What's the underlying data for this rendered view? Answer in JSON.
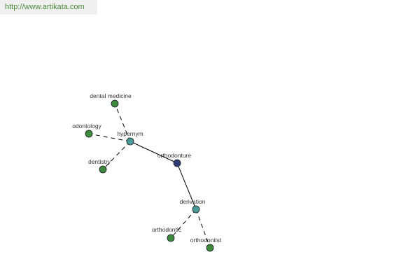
{
  "source_url": "http://www.artikata.com",
  "colors": {
    "center": "#2e3d78",
    "relation": "#4a9a9a",
    "leaf": "#3d8a3d",
    "label": "#333333",
    "edge": "#000000"
  },
  "graph": {
    "nodes": [
      {
        "id": "orthodonture",
        "label": "orthodonture",
        "kind": "center"
      },
      {
        "id": "hypernym",
        "label": "hypernym",
        "kind": "relation"
      },
      {
        "id": "derivation",
        "label": "derivation",
        "kind": "relation"
      },
      {
        "id": "dental-medicine",
        "label": "dental medicine",
        "kind": "leaf"
      },
      {
        "id": "odontology",
        "label": "odontology",
        "kind": "leaf"
      },
      {
        "id": "dentistry",
        "label": "dentistry",
        "kind": "leaf"
      },
      {
        "id": "orthodontic",
        "label": "orthodontic",
        "kind": "leaf"
      },
      {
        "id": "orthodontist",
        "label": "orthodontist",
        "kind": "leaf"
      }
    ],
    "edges": [
      {
        "from": "orthodonture",
        "to": "hypernym",
        "style": "solid"
      },
      {
        "from": "orthodonture",
        "to": "derivation",
        "style": "solid"
      },
      {
        "from": "hypernym",
        "to": "dental-medicine",
        "style": "dashed"
      },
      {
        "from": "hypernym",
        "to": "odontology",
        "style": "dashed"
      },
      {
        "from": "hypernym",
        "to": "dentistry",
        "style": "dashed"
      },
      {
        "from": "derivation",
        "to": "orthodontic",
        "style": "dashed"
      },
      {
        "from": "derivation",
        "to": "orthodontist",
        "style": "dashed"
      }
    ]
  }
}
